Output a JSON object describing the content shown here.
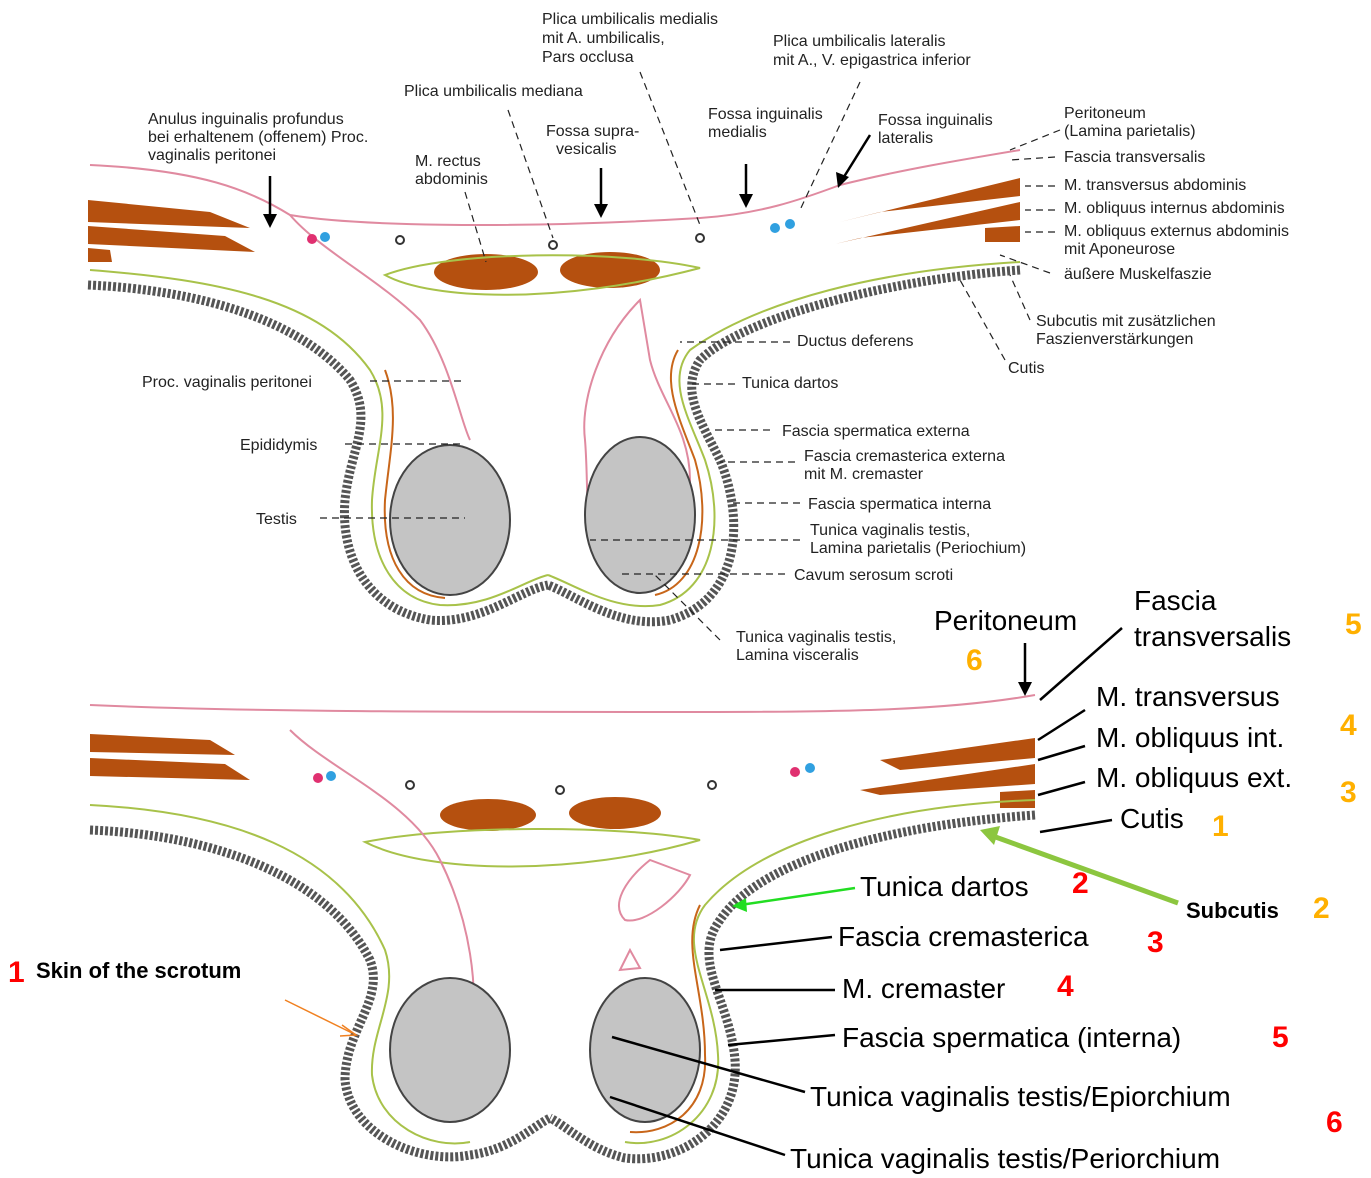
{
  "colors": {
    "muscle": "#b5500f",
    "peritoneum_line": "#e08aa0",
    "fascia_line": "#a8c24a",
    "cremaster_line": "#c8661a",
    "skin": "#555555",
    "testis": "#aaaaaa",
    "red_number": "#ff0000",
    "orange_number": "#ffb000",
    "green_arrow": "#8cc63f",
    "bright_green_arrow": "#22dd22",
    "orange_arrow": "#f08020"
  },
  "top_labels": {
    "plica_med_1": "Plica umbilicalis medialis",
    "plica_med_2": "mit A. umbilicalis,",
    "plica_med_3": "Pars occlusa",
    "plica_lat_1": "Plica umbilicalis lateralis",
    "plica_lat_2": "mit A., V. epigastrica inferior",
    "plica_mediana": "Plica umbilicalis mediana",
    "anulus_1": "Anulus inguinalis profundus",
    "anulus_2": "bei erhaltenem (offenem) Proc.",
    "anulus_3": "vaginalis peritonei",
    "rectus_1": "M. rectus",
    "rectus_2": "abdominis",
    "fossa_supra_1": "Fossa supra-",
    "fossa_supra_2": "vesicalis",
    "fossa_med_1": "Fossa inguinalis",
    "fossa_med_2": "medialis",
    "fossa_lat_1": "Fossa inguinalis",
    "fossa_lat_2": "lateralis",
    "peritoneum_1": "Peritoneum",
    "peritoneum_2": "(Lamina parietalis)",
    "fascia_transv": "Fascia  transversalis",
    "m_transv": "M. transversus abdominis",
    "m_obl_int": "M. obliquus internus abdominis",
    "m_obl_ext_1": "M. obliquus externus abdominis",
    "m_obl_ext_2": "mit Aponeurose",
    "aeussere": "äußere Muskelfaszie",
    "subcutis_1": "Subcutis mit zusätzlichen",
    "subcutis_2": "Faszienverstärkungen",
    "cutis": "Cutis",
    "ductus": "Ductus deferens",
    "proc_vag": "Proc. vaginalis peritonei",
    "tunica_dartos": "Tunica dartos",
    "epididymis": "Epididymis",
    "fascia_sperm_ext": "Fascia spermatica externa",
    "fascia_crem_1": "Fascia cremasterica externa",
    "fascia_crem_2": "mit M. cremaster",
    "fascia_sperm_int": "Fascia spermatica  interna",
    "testis": "Testis",
    "tvt_par_1": "Tunica vaginalis testis,",
    "tvt_par_2": "Lamina parietalis (Periochium)",
    "cavum": "Cavum serosum scroti",
    "tvt_visc_1": "Tunica vaginalis testis,",
    "tvt_visc_2": "Lamina visceralis"
  },
  "bottom_labels": {
    "peritoneum": "Peritoneum",
    "peritoneum_num": "6",
    "fascia_1": "Fascia",
    "fascia_2": "transversalis",
    "fascia_num": "5",
    "m_transv": "M. transversus",
    "m_transv_num": "4",
    "m_obl_int": "M. obliquus int.",
    "m_obl_ext": "M. obliquus ext.",
    "m_obl_ext_num": "3",
    "cutis": "Cutis",
    "cutis_num": "1",
    "subcutis": "Subcutis",
    "subcutis_num": "2",
    "tunica_dartos": "Tunica dartos",
    "tunica_dartos_num": "2",
    "fascia_crem": "Fascia cremasterica",
    "fascia_crem_num": "3",
    "m_cremaster": "M. cremaster",
    "m_cremaster_num": "4",
    "fascia_sperm": "Fascia spermatica (interna)",
    "fascia_sperm_num": "5",
    "tvt_epi": "Tunica vaginalis testis/Epiorchium",
    "tvt_num": "6",
    "tvt_peri": "Tunica vaginalis testis/Periorchium",
    "skin_num": "1",
    "skin": "Skin of the scrotum"
  }
}
